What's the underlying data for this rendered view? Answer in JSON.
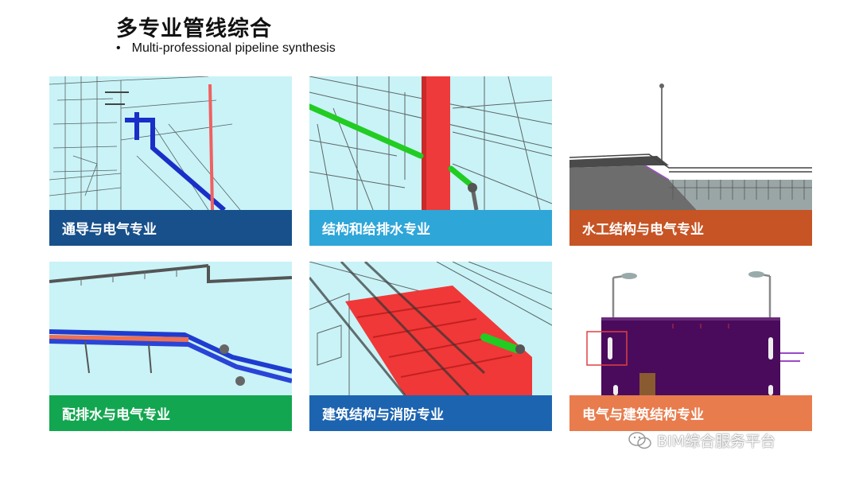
{
  "header": {
    "title": "多专业管线综合",
    "bullet": "•",
    "subtitle": "Multi-professional pipeline synthesis"
  },
  "cards": [
    {
      "label": "通导与电气专业",
      "color": "#17508a"
    },
    {
      "label": "结构和给排水专业",
      "color": "#2ea6d8"
    },
    {
      "label": "水工结构与电气专业",
      "color": "#c65424"
    },
    {
      "label": "配排水与电气专业",
      "color": "#13a650"
    },
    {
      "label": "建筑结构与消防专业",
      "color": "#1d64b0"
    },
    {
      "label": "电气与建筑结构专业",
      "color": "#e87c4d"
    }
  ],
  "watermark": {
    "icon": "wechat-icon",
    "text": "BIM综合服务平台"
  }
}
